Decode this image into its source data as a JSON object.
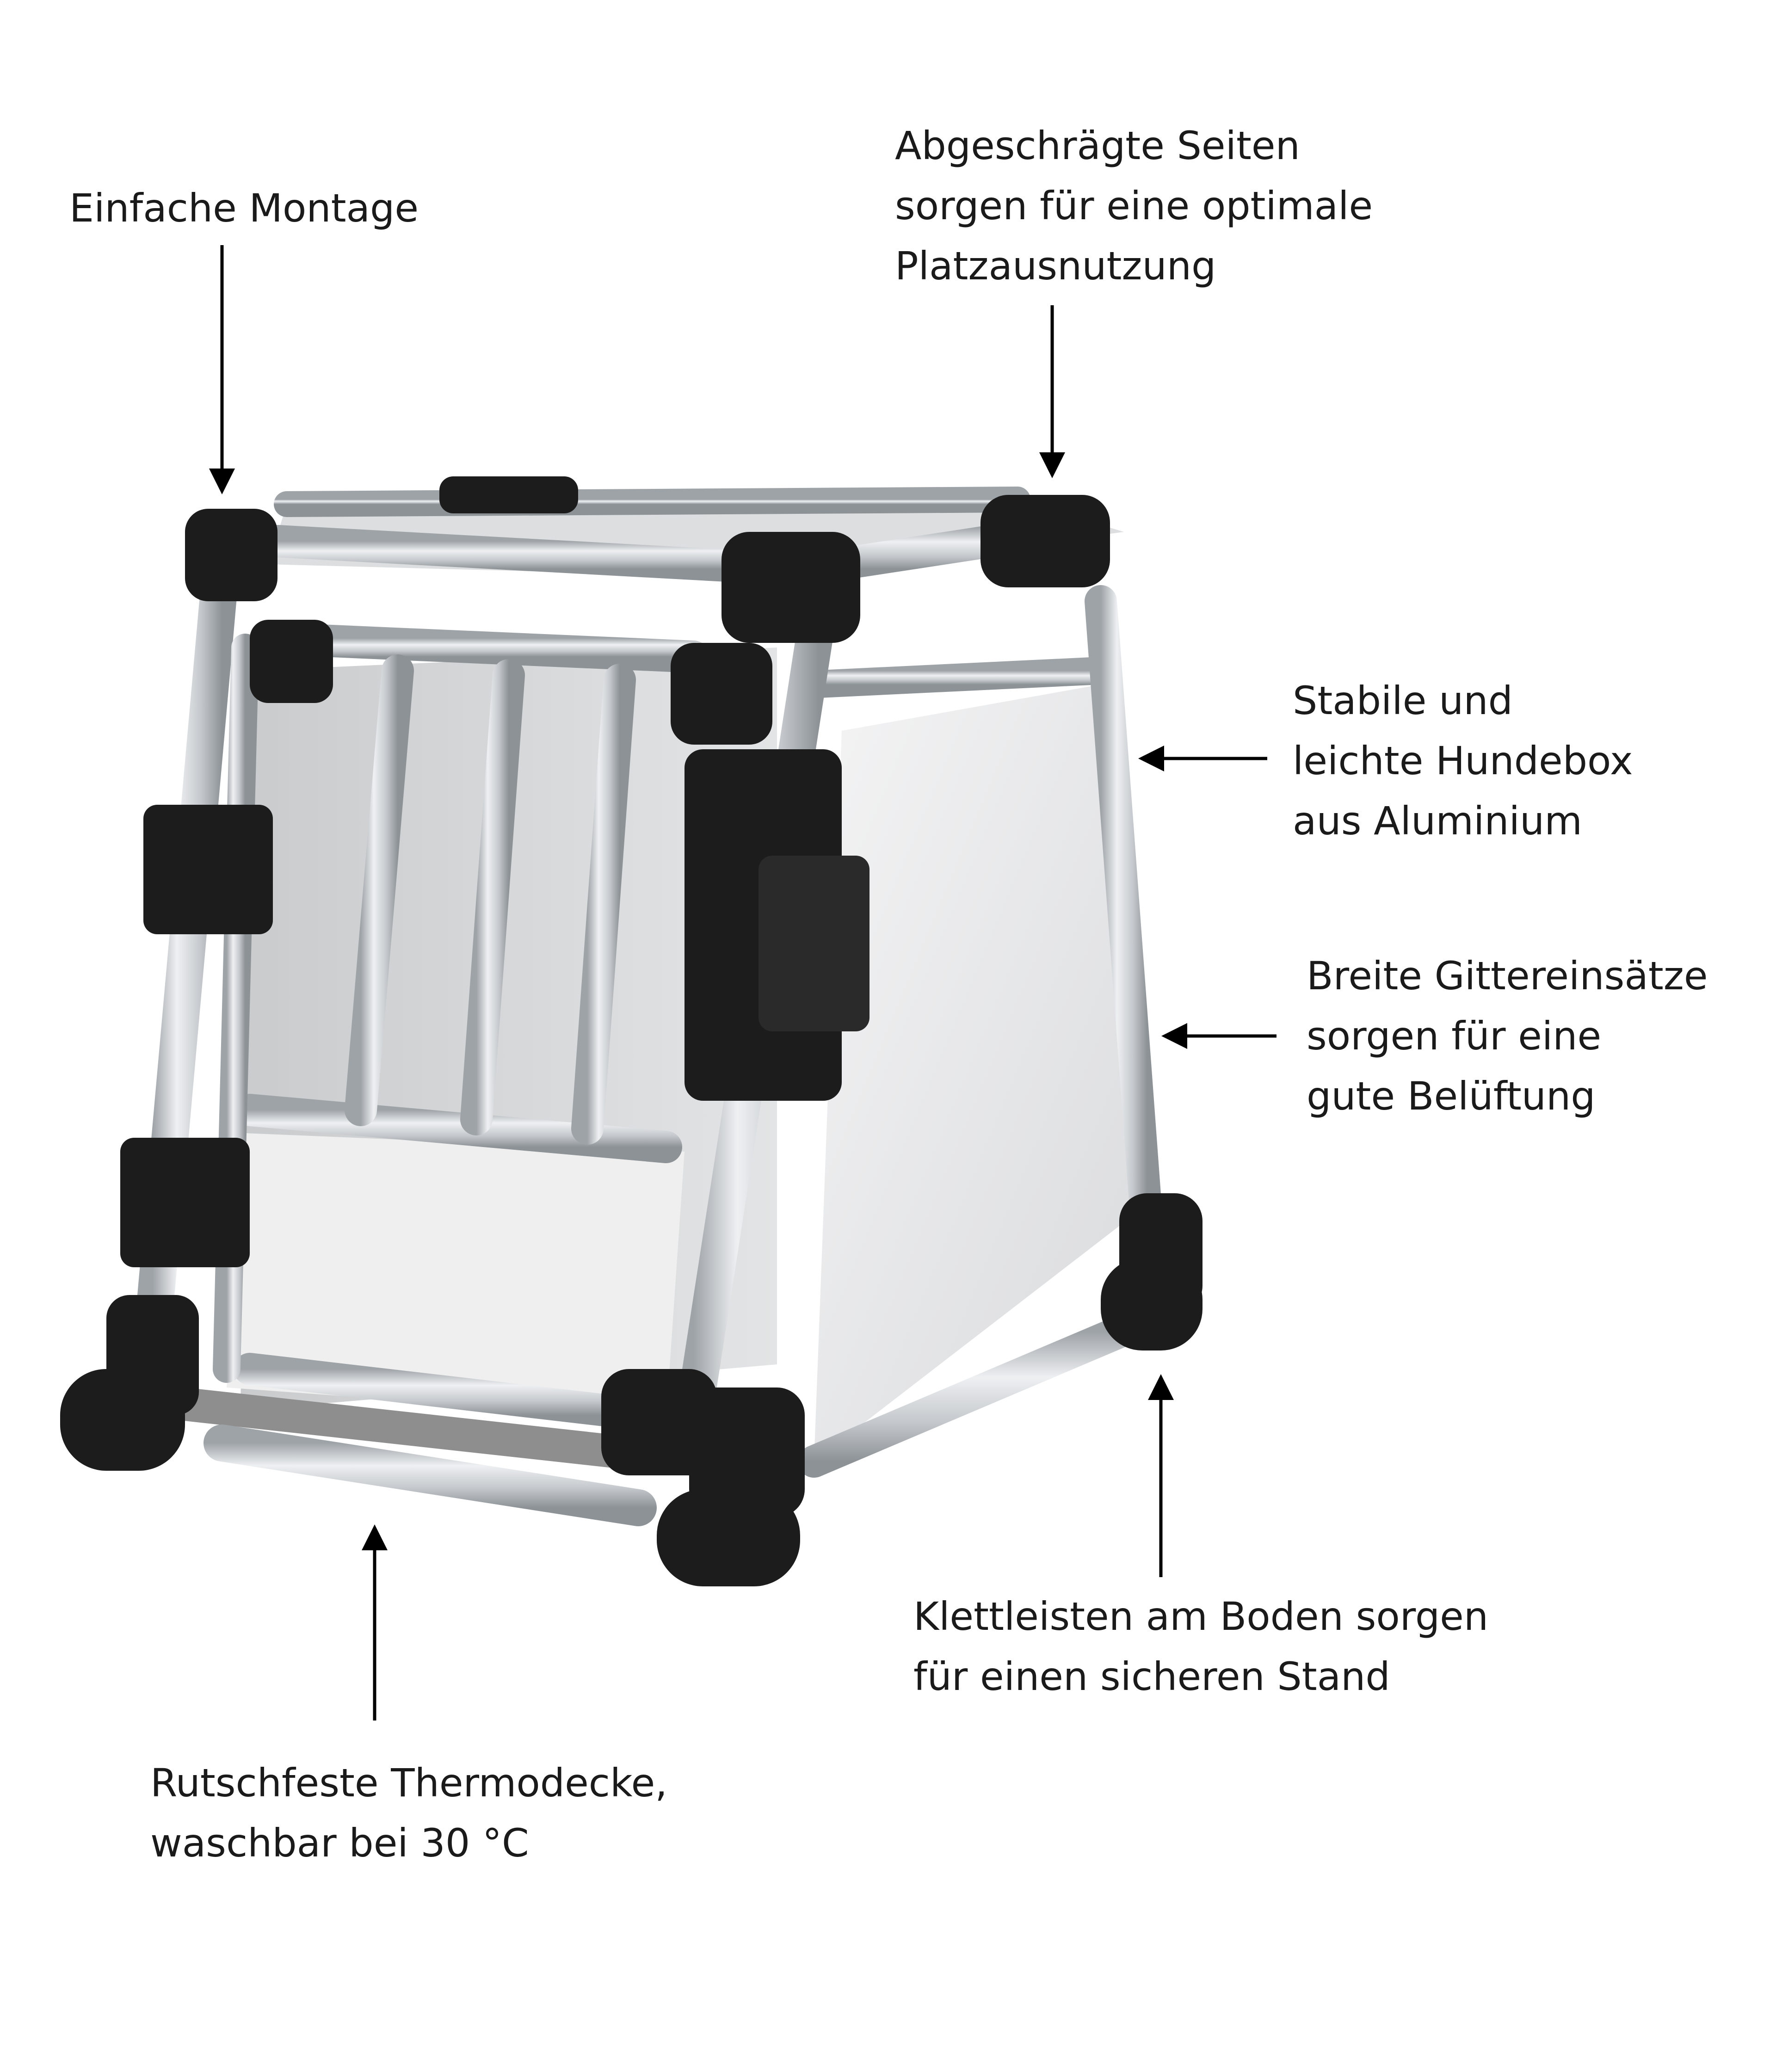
{
  "title": "",
  "colors": {
    "frame_black": "#1c1c1c",
    "aluminium": "#c8ccd0",
    "panel": "#e8e9ea",
    "text": "#1a1a1a"
  },
  "callouts": {
    "assembly": {
      "lines": [
        "Einfache Montage"
      ]
    },
    "slanted_sides": {
      "lines": [
        "Abgeschrägte Seiten",
        "sorgen für eine optimale",
        "Platzausnutzung"
      ]
    },
    "aluminium_box": {
      "lines": [
        "Stabile und",
        "leichte Hundebox",
        "aus Aluminium"
      ]
    },
    "grille_inserts": {
      "lines": [
        "Breite Gittereinsätze",
        "sorgen für eine",
        "gute Belüftung"
      ]
    },
    "velcro_strips": {
      "lines": [
        "Klettleisten am Boden sorgen",
        "für einen sicheren Stand"
      ]
    },
    "thermo_blanket": {
      "lines": [
        "Rutschfeste Thermodecke,",
        "waschbar bei 30 °C"
      ]
    }
  },
  "icons": [
    "arrow-down-icon",
    "arrow-left-icon",
    "arrow-up-icon",
    "dog-crate-illustration"
  ]
}
